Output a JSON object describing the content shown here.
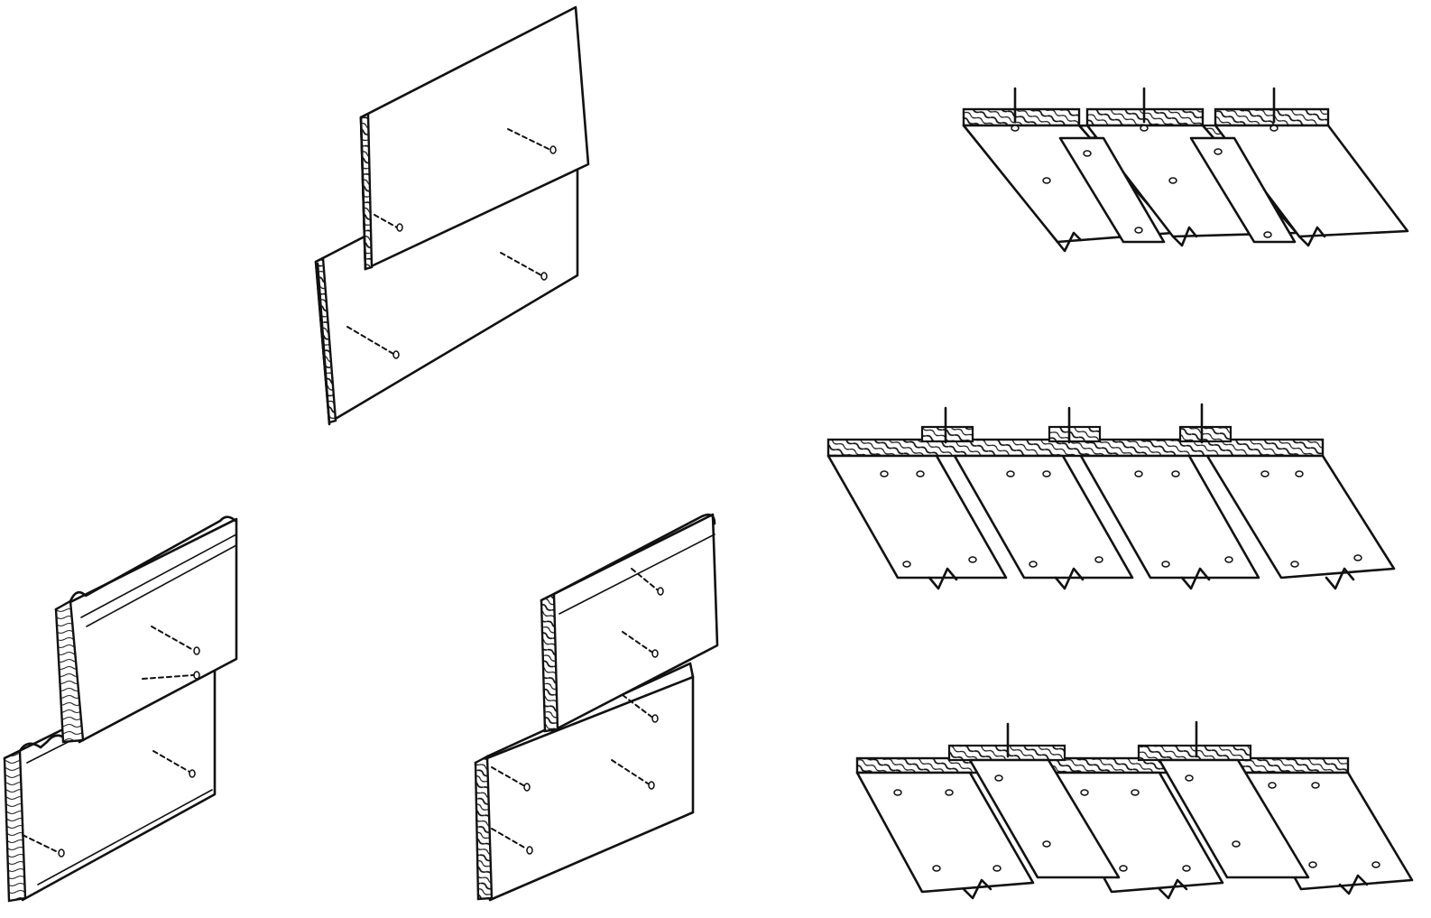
{
  "illustration": {
    "background_color": "#ffffff",
    "ink_color": "#111111",
    "figures": [
      {
        "id": "plain-bevel-siding",
        "icon": "bevel-siding-boards"
      },
      {
        "id": "rabbeted-tongue-siding",
        "icon": "tongue-groove-siding-boards"
      },
      {
        "id": "shiplap-drop-siding",
        "icon": "drop-siding-boards"
      },
      {
        "id": "board-and-batten-joint",
        "icon": "board-batten-section"
      },
      {
        "id": "batten-over-gaps-joint",
        "icon": "batten-over-board-section"
      },
      {
        "id": "board-on-board-joint",
        "icon": "board-on-board-section"
      }
    ]
  }
}
